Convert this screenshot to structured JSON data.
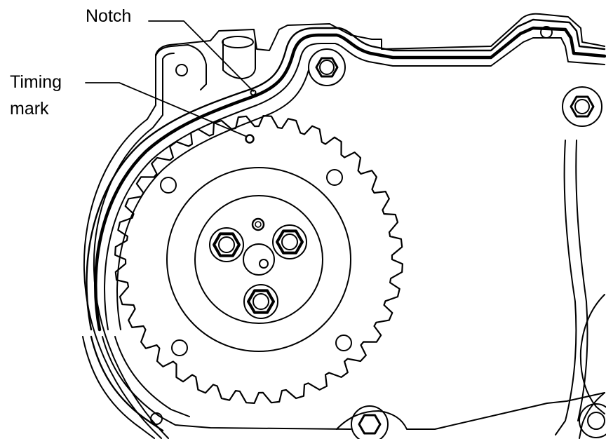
{
  "labels": {
    "notch": "Notch",
    "timing_line1": "Timing",
    "timing_line2": "mark"
  },
  "gear": {
    "tooth_count": 36
  },
  "colors": {
    "ink": "#000000",
    "paper": "#ffffff"
  }
}
